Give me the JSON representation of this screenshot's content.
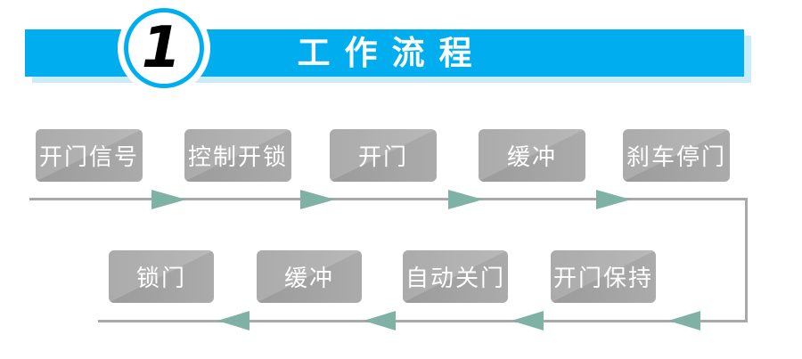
{
  "header": {
    "step_number": "1",
    "title": "工作流程"
  },
  "theme": {
    "banner": "#00AEEF",
    "banner-shadow": "#C9ECFA",
    "line": "#A9A9A9",
    "arrow": "#7FB2A4",
    "box-a": "#9B9B9B",
    "box-b": "#ABABAB",
    "box-text": "#FFFFFF"
  },
  "flow": {
    "top_row": [
      {
        "label": "开门信号"
      },
      {
        "label": "控制开锁"
      },
      {
        "label": "开门"
      },
      {
        "label": "缓冲"
      },
      {
        "label": "刹车停门"
      }
    ],
    "bottom_row": [
      {
        "label": "锁门"
      },
      {
        "label": "缓冲"
      },
      {
        "label": "自动关门"
      },
      {
        "label": "开门保持"
      }
    ]
  }
}
